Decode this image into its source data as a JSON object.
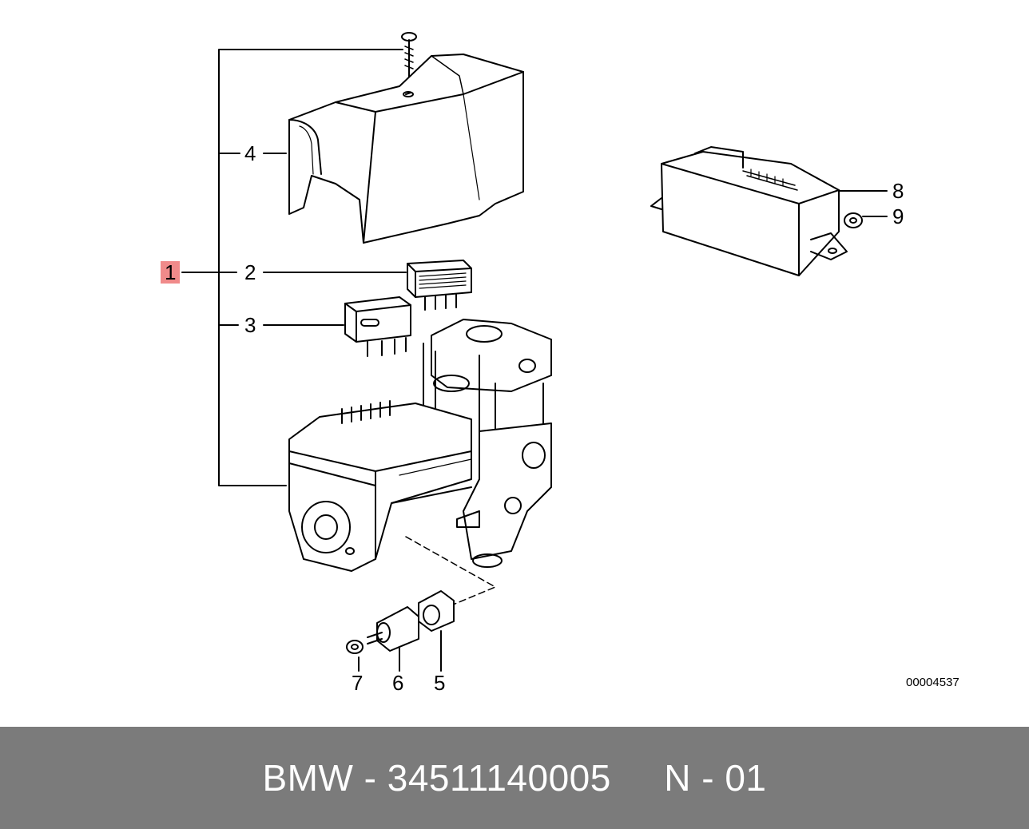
{
  "diagram": {
    "callouts": {
      "c1": "1",
      "c2": "2",
      "c3": "3",
      "c4": "4",
      "c5": "5",
      "c6": "6",
      "c7": "7",
      "c8": "8",
      "c9": "9"
    },
    "image_code": "00004537",
    "highlight_color": "#f08a8a"
  },
  "footer": {
    "text": "BMW - 34511140005     N - 01",
    "background_color": "#7b7b7b",
    "text_color": "#ffffff"
  }
}
